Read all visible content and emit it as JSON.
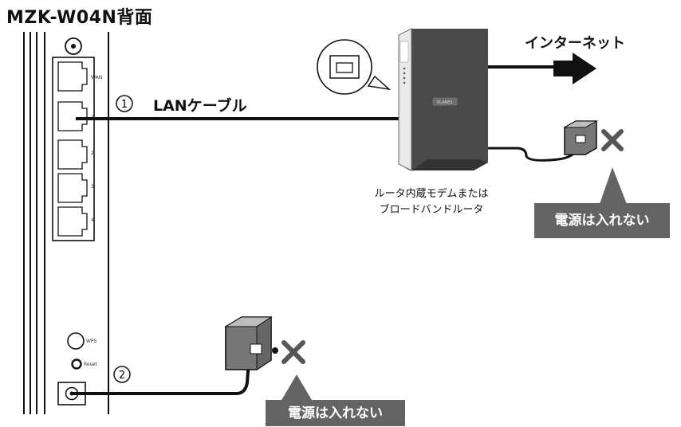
{
  "title": "MZK-W04N背面",
  "device": {
    "port_labels": [
      "WAN",
      "1",
      "2",
      "3",
      "4"
    ],
    "wps_label": "WPS",
    "reset_label": "Reset"
  },
  "step1": {
    "marker": "1",
    "label": "LANケーブル"
  },
  "step2": {
    "marker": "2"
  },
  "internet_label": "インターネット",
  "router": {
    "caption_line1": "ルータ内蔵モデムまたは",
    "caption_line2": "ブロードバンドルータ",
    "badge_text": "PLANEX"
  },
  "callouts": {
    "right": "電源は入れない",
    "bottom": "電源は入れない"
  },
  "colors": {
    "line": "#111111",
    "callout_bg": "#636363",
    "router_body": "#4a4a4a",
    "adapter": "#777777"
  }
}
